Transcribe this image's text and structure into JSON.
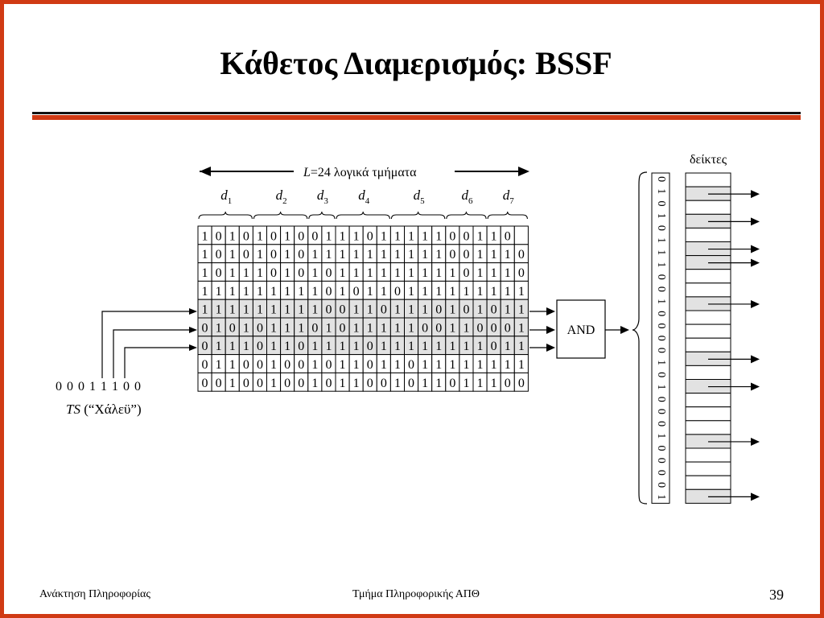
{
  "slide": {
    "title": "Κάθετος Διαμερισμός: BSSF",
    "footer_left": "Ανάκτηση Πληροφορίας",
    "footer_center": "Τμήμα Πληροφορικής ΑΠΘ",
    "page_number": "39",
    "accent_color": "#d03a14"
  },
  "diagram": {
    "length_label_italic": "L",
    "length_label_rest": "=24 λογικά τμήματα",
    "partition_labels": [
      "d",
      "d",
      "d",
      "d",
      "d",
      "d",
      "d"
    ],
    "partition_subscripts": [
      "1",
      "2",
      "3",
      "4",
      "5",
      "6",
      "7"
    ],
    "partitions": [
      {
        "start": 0,
        "end": 4
      },
      {
        "start": 4,
        "end": 8
      },
      {
        "start": 8,
        "end": 10
      },
      {
        "start": 10,
        "end": 14
      },
      {
        "start": 14,
        "end": 18
      },
      {
        "start": 18,
        "end": 21
      },
      {
        "start": 21,
        "end": 24
      }
    ],
    "matrix": [
      "101010100111011111001 10",
      "101010101111111111001110",
      "101110101011111111101110",
      "111111111010110111111111",
      "111111111001101110101011",
      "010101110101111100110001",
      "011101101111011111111011",
      "011001001011011011111111",
      "001001001011001011011100"
    ],
    "highlighted_rows": [
      4,
      5,
      6
    ],
    "signature_bits": "0 0 0   1 1 1   0 0",
    "signature_label_italic": "TS",
    "signature_label_rest": " (“Χάλεϋ”)",
    "and_label": "AND",
    "result_bits": "010101110010000101000100001",
    "pointer_header": "δείκτες",
    "pointer_highlight_rows": [
      1,
      3,
      5,
      6,
      9,
      13,
      15,
      19,
      23
    ]
  }
}
